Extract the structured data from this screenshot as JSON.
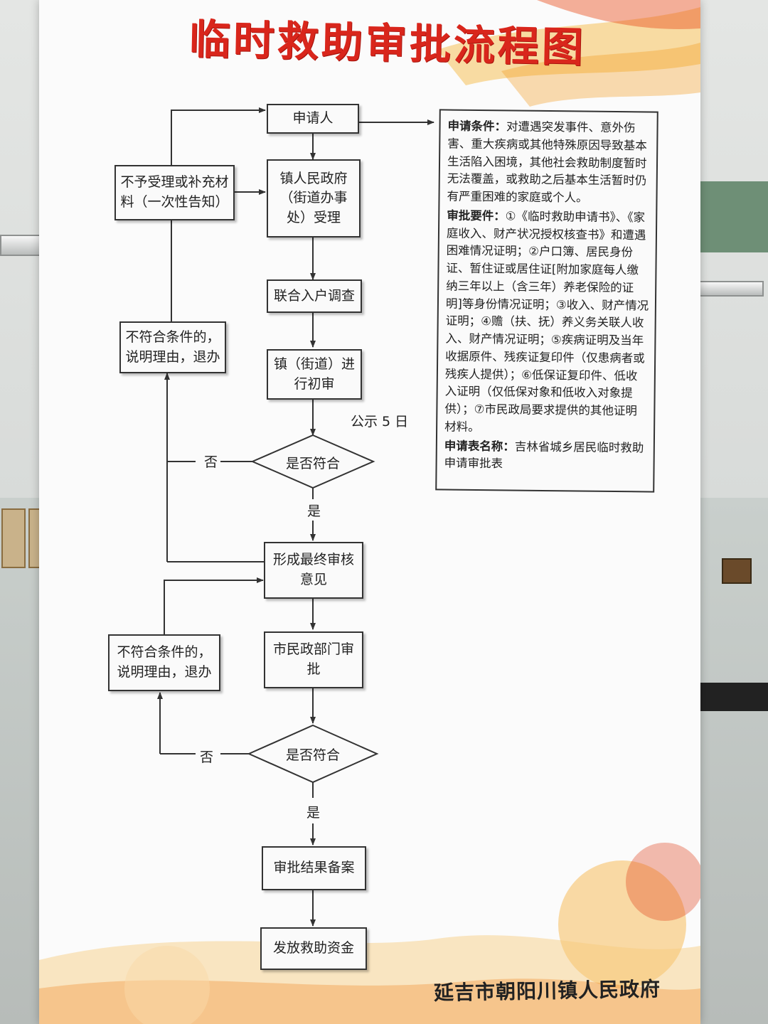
{
  "title": "临时救助审批流程图",
  "flow": {
    "applicant": "申请人",
    "accept": "镇人民政府（街道办事处）受理",
    "reject_supplement": "不予受理或补充材料（一次性告知）",
    "survey": "联合入户调查",
    "initial_review": "镇（街道）进行初审",
    "publicity": "公示 5 日",
    "decision1": "是否符合",
    "no1": "否",
    "yes1": "是",
    "not_eligible1": "不符合条件的，说明理由，退办",
    "final_opinion": "形成最终审核意见",
    "city_approval": "市民政部门审批",
    "not_eligible2": "不符合条件的，说明理由，退办",
    "decision2": "是否符合",
    "no2": "否",
    "yes2": "是",
    "record": "审批结果备案",
    "disburse": "发放救助资金"
  },
  "info": {
    "conditions_label": "申请条件：",
    "conditions_text": "对遭遇突发事件、意外伤害、重大疾病或其他特殊原因导致基本生活陷入困境，其他社会救助制度暂时无法覆盖，或救助之后基本生活暂时仍有严重困难的家庭或个人。",
    "materials_label": "审批要件：",
    "materials_text": "①《临时救助申请书》、《家庭收入、财产状况授权核查书》和遭遇困难情况证明；②户口簿、居民身份证、暂住证或居住证[附加家庭每人缴纳三年以上（含三年）养老保险的证明]等身份情况证明；③收入、财产情况证明；④赡（扶、抚）养义务关联人收入、财产情况证明；⑤疾病证明及当年收据原件、残疾证复印件（仅患病者或残疾人提供）；⑥低保证复印件、低收入证明（仅低保对象和低收入对象提供）；⑦市民政局要求提供的其他证明材料。",
    "form_label": "申请表名称：",
    "form_text": "吉林省城乡居民临时救助申请审批表"
  },
  "footer": "延吉市朝阳川镇人民政府",
  "colors": {
    "title_red": "#d9261c",
    "line": "#333333",
    "deco_orange": "#f39a1e",
    "deco_red": "#e0401a"
  }
}
